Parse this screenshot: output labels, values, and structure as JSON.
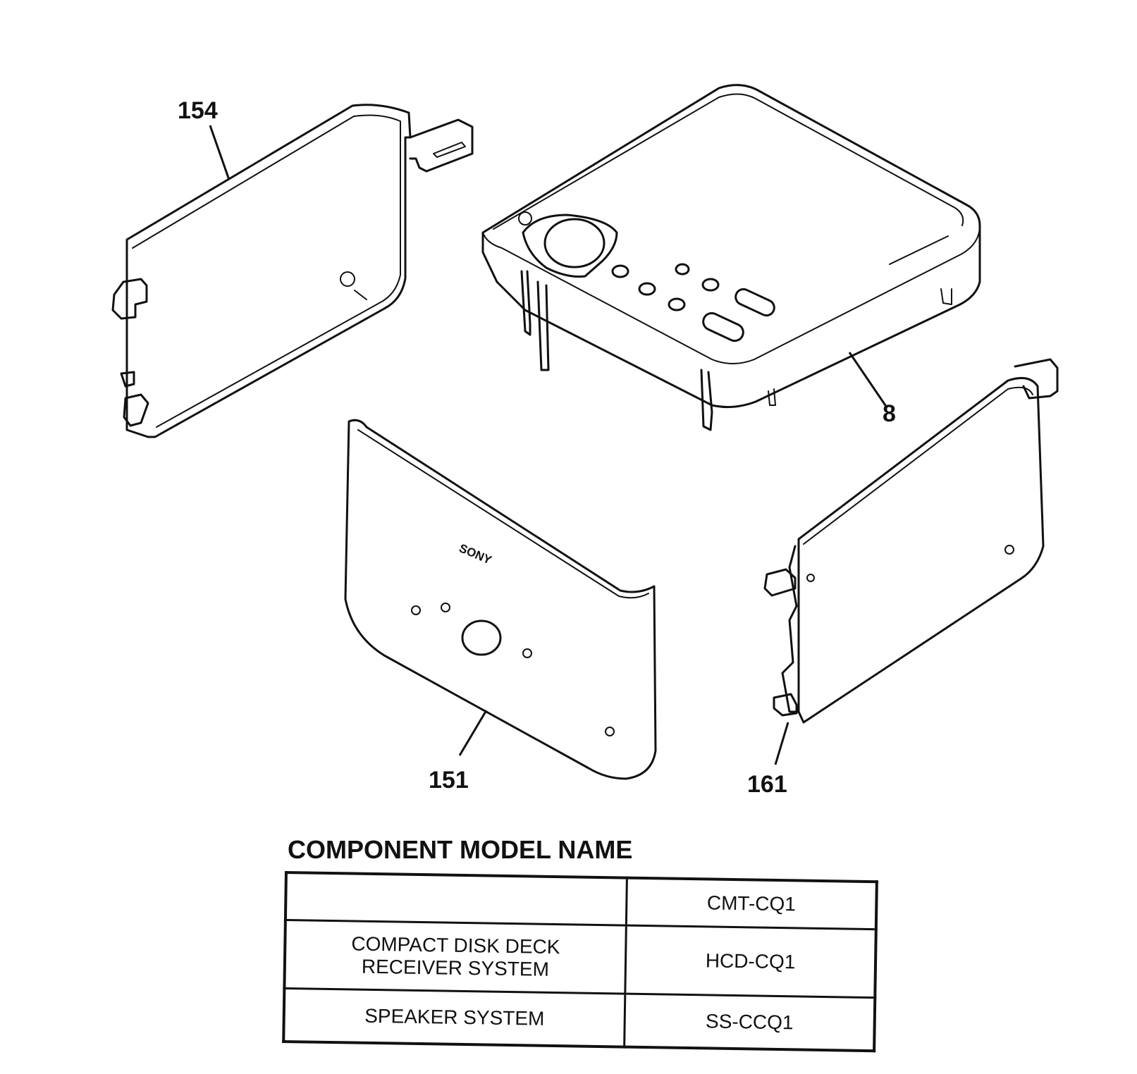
{
  "callouts": {
    "part_154": "154",
    "part_8": "8",
    "part_151": "151",
    "part_161": "161"
  },
  "front_panel_logo": "SONY",
  "component_table": {
    "title": "COMPONENT MODEL NAME",
    "rows": [
      {
        "description": "",
        "model": "CMT-CQ1"
      },
      {
        "description_line1": "COMPACT DISK DECK",
        "description_line2": "RECEIVER SYSTEM",
        "model": "HCD-CQ1"
      },
      {
        "description": "SPEAKER SYSTEM",
        "model": "SS-CCQ1"
      }
    ]
  },
  "colors": {
    "ink": "#111111",
    "paper": "#ffffff"
  }
}
